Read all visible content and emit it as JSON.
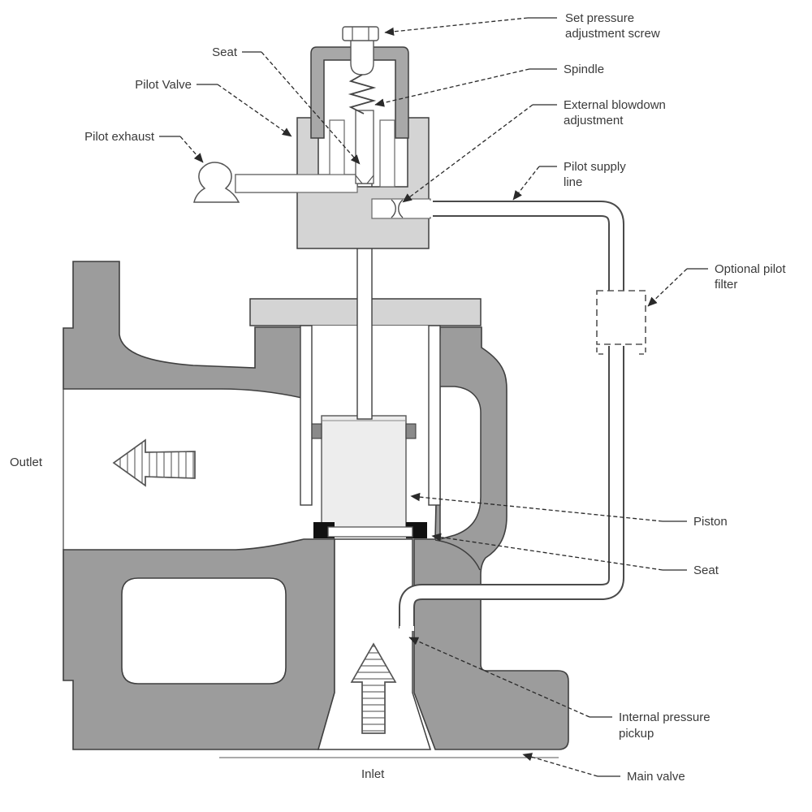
{
  "labels": {
    "set_pressure": {
      "line1": "Set pressure",
      "line2": "adjustment screw"
    },
    "spindle": "Spindle",
    "external_blowdown": {
      "line1": "External blowdown",
      "line2": "adjustment"
    },
    "pilot_supply": {
      "line1": "Pilot supply",
      "line2": "line"
    },
    "optional_filter": {
      "line1": "Optional pilot",
      "line2": "filter"
    },
    "piston": "Piston",
    "seat_lower": "Seat",
    "internal_pickup": {
      "line1": "Internal pressure",
      "line2": "pickup"
    },
    "main_valve": "Main valve",
    "seat_top": "Seat",
    "pilot_valve": "Pilot Valve",
    "pilot_exhaust": "Pilot exhaust",
    "outlet": "Outlet",
    "inlet": "Inlet"
  },
  "colors": {
    "body_dark": "#9c9c9c",
    "body_light": "#d4d4d4",
    "bonnet": "#a8a8a8",
    "piston": "#ededed",
    "seal_black": "#111111",
    "seal_gray": "#8a8a8a",
    "outline": "#3f3f3f",
    "leader": "#2a2a2a",
    "background": "#ffffff"
  }
}
